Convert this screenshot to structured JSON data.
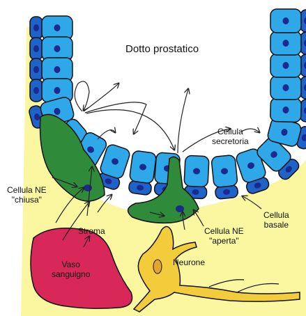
{
  "diagram": {
    "title": "Dotto prostatico",
    "labels": {
      "secretory_cell": "Cellula\nsecretoria",
      "basal_cell": "Cellula\nbasale",
      "ne_closed": "Cellula NE\n\"chiusa\"",
      "ne_open": "Cellula NE\n\"aperta\"",
      "stroma": "Stroma",
      "blood_vessel": "Vaso\nsanguigno",
      "neuron": "Neurone"
    },
    "colors": {
      "stroma": "#fbf6a0",
      "secretory_cell": "#2ea8e8",
      "basal_cell": "#1f63c8",
      "nucleus": "#1a2a8e",
      "ne_cell": "#2f8a3a",
      "blood_vessel": "#d8285a",
      "neuron": "#f2cc3a",
      "outline": "#111111"
    }
  }
}
